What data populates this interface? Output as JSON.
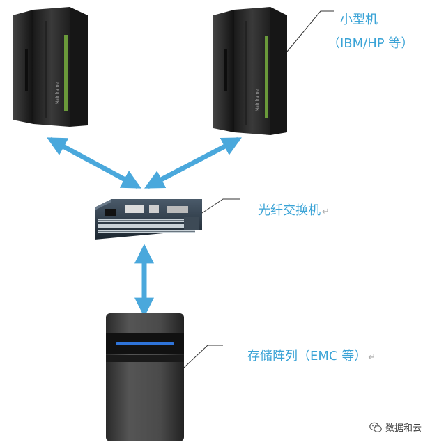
{
  "labels": {
    "minicomputer": "小型机",
    "minicomputer_sub": "（IBM/HP 等）",
    "switch": "光纤交换机",
    "storage": "存储阵列（EMC 等）",
    "return_mark": "↵"
  },
  "server_brand": "Mainframe",
  "watermark": {
    "text": "数据和云",
    "icon": "wechat-icon"
  },
  "colors": {
    "accent": "#3aa3d6",
    "arrow": "#4aa8dc",
    "storage_led": "#2f74d9",
    "switch_body": "#2b3a4a"
  }
}
